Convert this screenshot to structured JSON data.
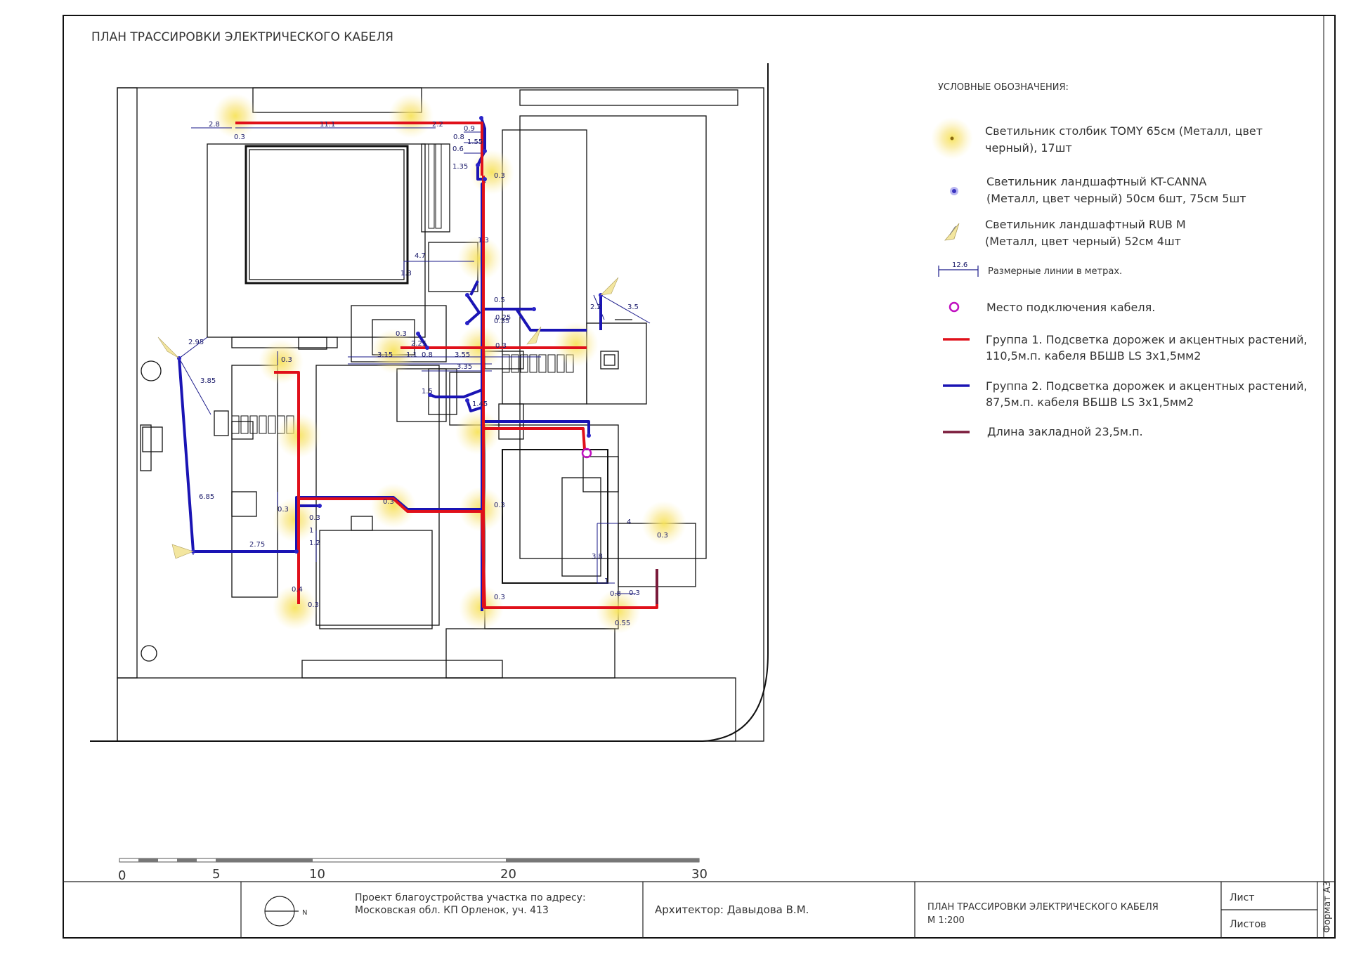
{
  "sheet_title": "ПЛАН ТРАССИРОВКИ ЭЛЕКТРИЧЕСКОГО КАБЕЛЯ",
  "legend": {
    "heading": "УСЛОВНЫЕ ОБОЗНАЧЕНИЯ:",
    "items": [
      {
        "icon": "bollard-light-icon",
        "line1": "Светильник столбик TOMY 65см (Металл, цвет",
        "line2": "черный), 17шт"
      },
      {
        "icon": "landscape-light-icon",
        "line1": "Светильник ландшафтный KT-CANNA",
        "line2": "(Металл, цвет черный) 50см 6шт, 75см 5шт"
      },
      {
        "icon": "spot-light-icon",
        "line1": "Светильник ландшафтный RUB M",
        "line2": "(Металл, цвет черный) 52см 4шт"
      },
      {
        "icon": "dimension-line-icon",
        "dim_value": "12.6",
        "line1": "Размерные линии в метрах."
      },
      {
        "icon": "connection-point-icon",
        "line1": "Место подключения кабеля."
      },
      {
        "icon": "group1-line-icon",
        "line1": "Группа 1. Подсветка дорожек и акцентных растений,",
        "line2": "110,5м.п. кабеля ВБШВ LS 3х1,5мм2"
      },
      {
        "icon": "group2-line-icon",
        "line1": "Группа 2. Подсветка дорожек и акцентных растений,",
        "line2": "87,5м.п. кабеля ВБШВ LS 3х1,5мм2"
      },
      {
        "icon": "embedded-line-icon",
        "line1": "Длина закладной 23,5м.п."
      }
    ]
  },
  "colors": {
    "group1": "#e0101a",
    "group2": "#1a14b4",
    "embedded": "#7a1a3a",
    "connection": "#c010c0",
    "glow": "#f5d840"
  },
  "scale_bar": {
    "labels": [
      "0",
      "5",
      "10",
      "20",
      "30"
    ]
  },
  "dimensions": [
    "2.8",
    "11.1",
    "0.3",
    "2.2",
    "0.9",
    "1.55",
    "0.8",
    "0.6",
    "1.35",
    "0.3",
    "4.7",
    "1.3",
    "1.3",
    "0.5",
    "0.35",
    "2.2",
    "3.5",
    "0.3",
    "2.25",
    "3.15",
    "1.1",
    "0.8",
    "3.55",
    "3.35",
    "0.25",
    "1.5",
    "0.3",
    "2.95",
    "3.85",
    "6.85",
    "2.75",
    "0.3",
    "1",
    "1.2",
    "0.4",
    "0.3",
    "1.45",
    "4",
    "3.8",
    "1",
    "0.8",
    "0.3",
    "0.55",
    "0.3",
    "0.3",
    "0.3",
    "0.3",
    "0.3",
    "0.3"
  ],
  "title_block": {
    "north": "N",
    "project_line1": "Проект благоустройства участка по адресу:",
    "project_line2": "Московская обл. КП Орленок, уч. 413",
    "architect": "Архитектор: Давыдова В.М.",
    "drawing_title": "ПЛАН ТРАССИРОВКИ ЭЛЕКТРИЧЕСКОГО КАБЕЛЯ",
    "scale": "М 1:200",
    "sheet_label": "Лист",
    "sheets_label": "Листов",
    "format": "Формат А3"
  }
}
